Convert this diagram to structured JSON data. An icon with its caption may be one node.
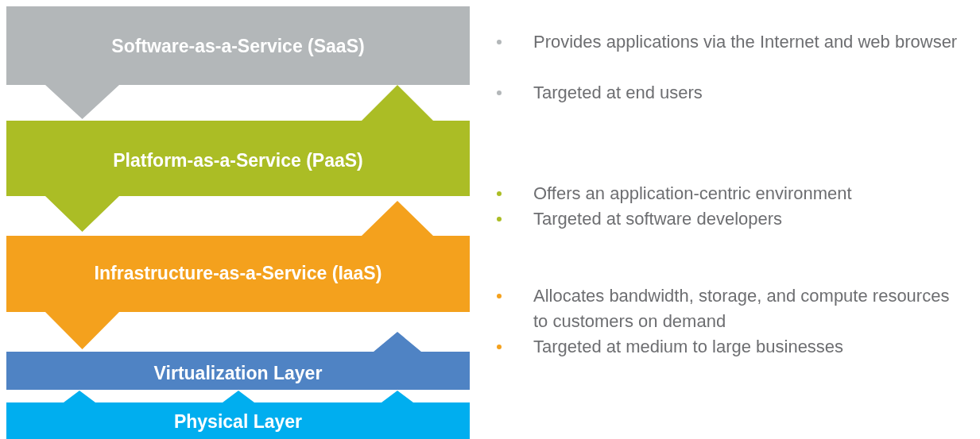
{
  "diagram": {
    "nodes": [
      {
        "text": [
          "Software-as-a-Service (SaaS)"
        ]
      },
      {
        "text": [
          "Platform-as-a-Service (PaaS)"
        ]
      },
      {
        "text": [
          "Infrastructure-as-a-Service (IaaS)"
        ]
      },
      {
        "text": [
          "Virtualization Layer"
        ]
      },
      {
        "text": [
          "Physical Layer"
        ]
      }
    ],
    "labels": [
      "Provides applications via the Internet and web browser",
      "Targeted at end users",
      "Offers an application-centric environment",
      "Targeted at software developers",
      "Allocates bandwidth, storage, and compute resources to customers on demand",
      "Targeted at medium to large businesses"
    ]
  }
}
